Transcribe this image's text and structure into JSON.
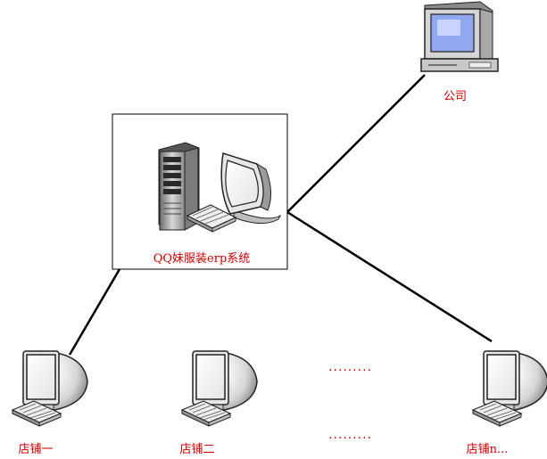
{
  "diagram": {
    "title": "",
    "center": {
      "label": "QQ妹服装erp系统"
    },
    "company": {
      "label": "公司"
    },
    "stores": [
      {
        "label": "店铺一"
      },
      {
        "label": "店铺二"
      },
      {
        "label": "店铺n..."
      }
    ],
    "ellipsis": "·········",
    "colors": {
      "label": "#cc0000",
      "line": "#000000",
      "screen": "#8fa8f0"
    }
  }
}
